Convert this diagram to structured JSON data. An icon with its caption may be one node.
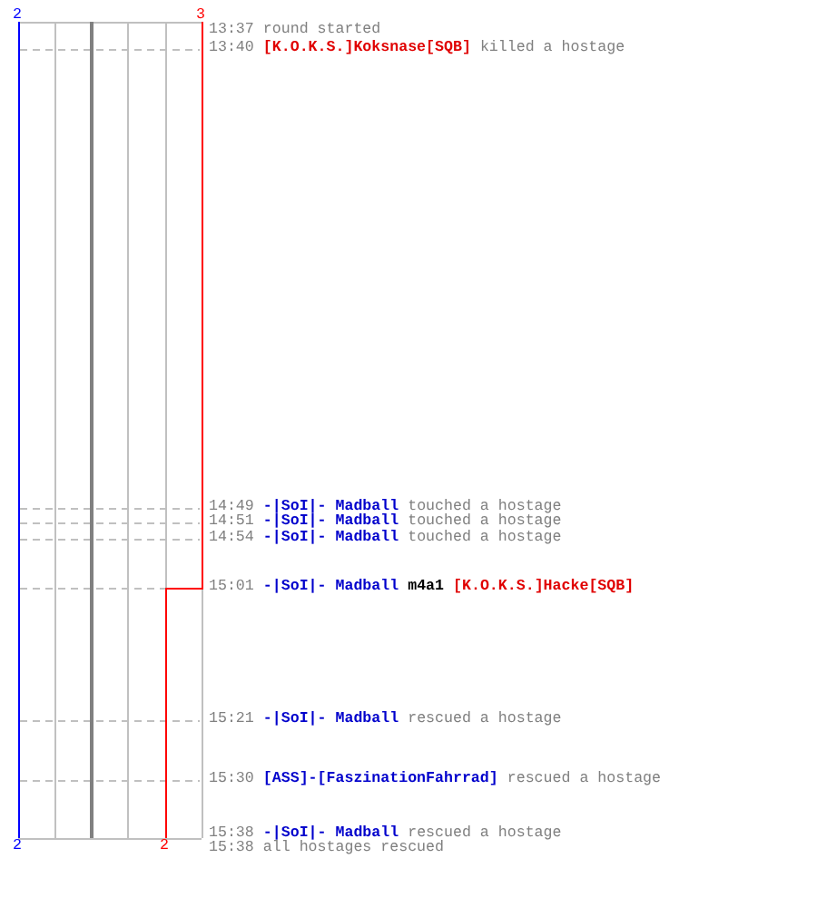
{
  "diagram": {
    "labels": [
      "2",
      "3",
      "13:37",
      "round started",
      "13:40",
      "[K.O.K.S.]Koksnase[SQB]",
      "killed a hostage",
      "14:49",
      "-|SoI|- Madball",
      "touched a hostage",
      "14:51",
      "-|SoI|- Madball",
      "touched a hostage",
      "14:54",
      "-|SoI|- Madball",
      "touched a hostage",
      "15:01",
      "-|SoI|- Madball",
      "m4a1",
      "[K.O.K.S.]Hacke[SQB]",
      "15:21",
      "-|SoI|- Madball",
      "rescued a hostage",
      "15:30",
      "[ASS]-[FaszinationFahrrad]",
      "rescued a hostage",
      "15:38",
      "-|SoI|- Madball",
      "rescued a hostage",
      "15:38",
      "all hostages rescued",
      "2",
      "2"
    ]
  }
}
